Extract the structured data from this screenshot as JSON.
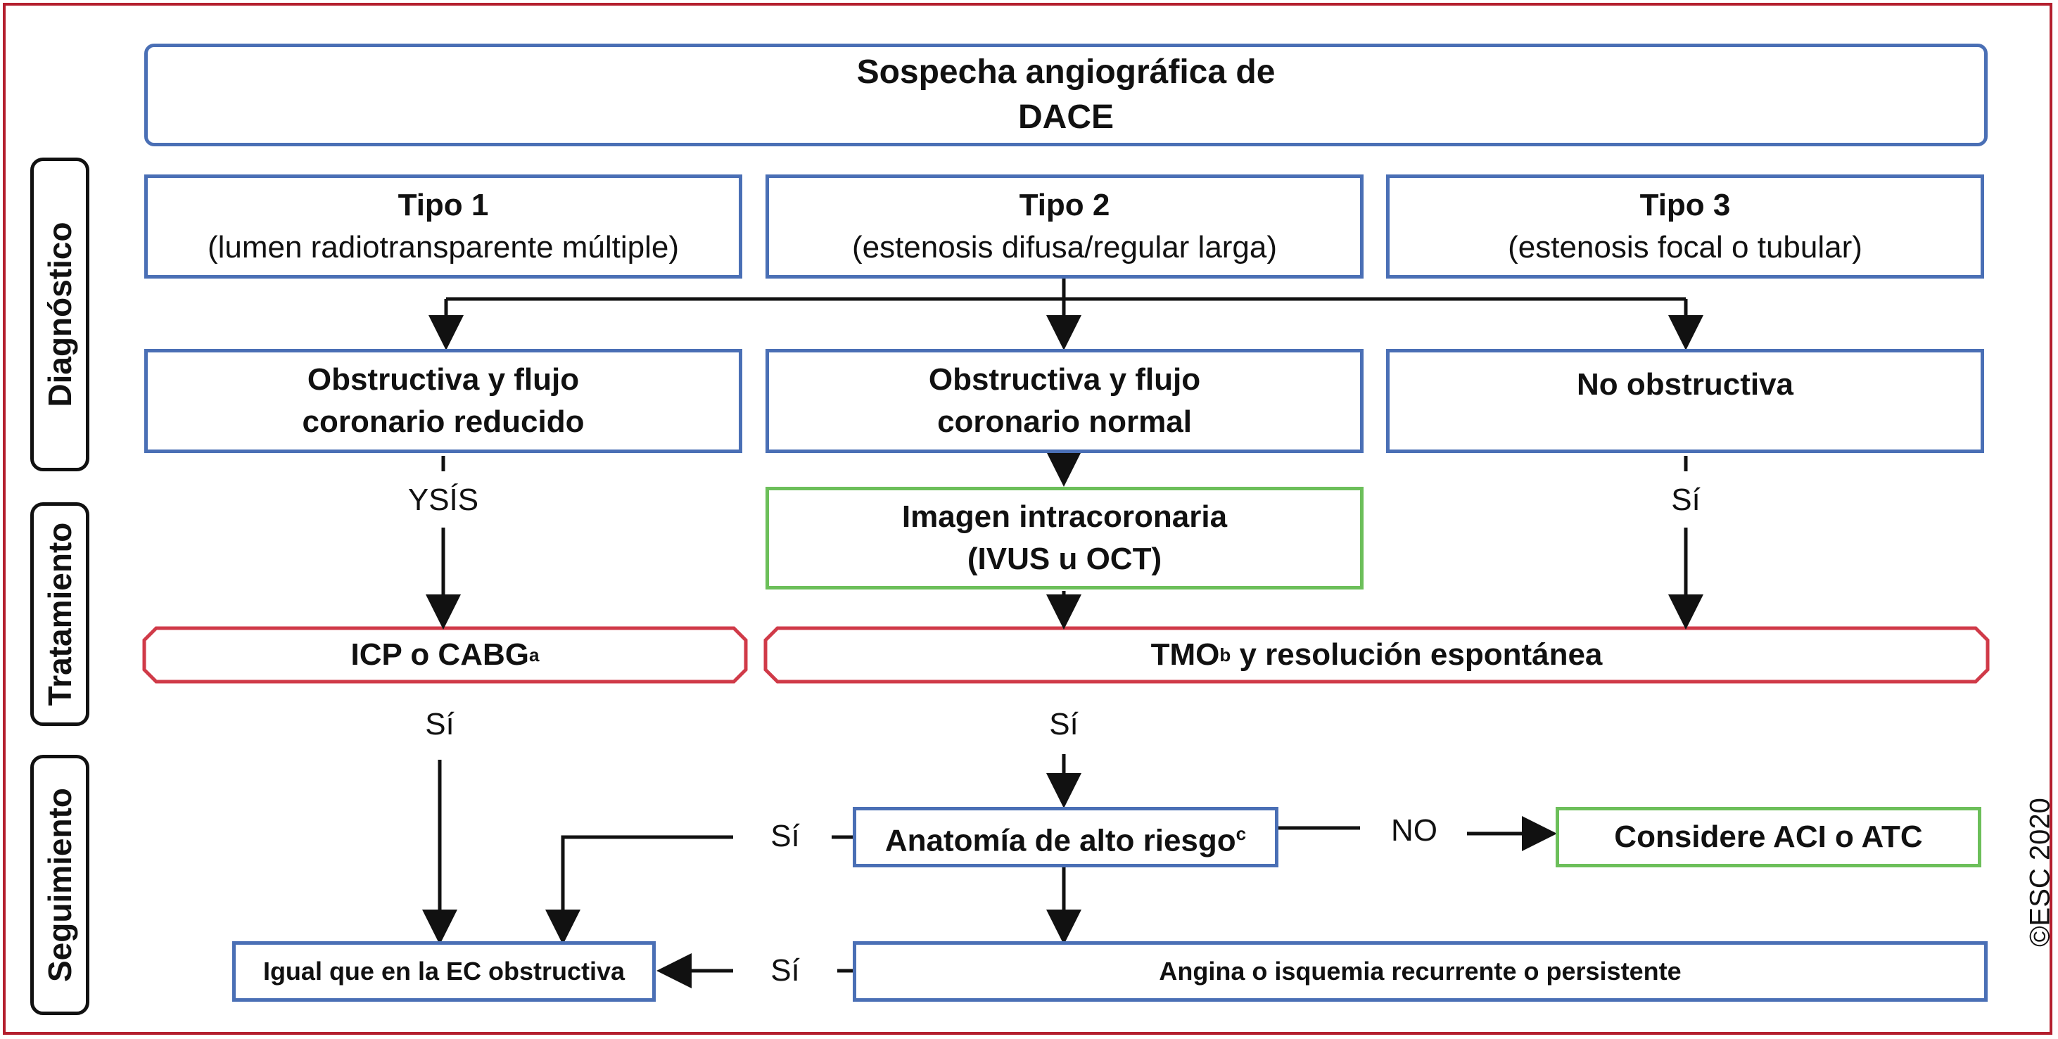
{
  "title": {
    "line1": "Sospecha angiográfica de",
    "line2": "DACE"
  },
  "phases": {
    "diagnosis": "Diagnóstico",
    "treatment": "Tratamiento",
    "followup": "Seguimiento"
  },
  "types": [
    {
      "name": "Tipo 1",
      "desc": "(lumen radiotransparente múltiple)"
    },
    {
      "name": "Tipo 2",
      "desc": "(estenosis difusa/regular larga)"
    },
    {
      "name": "Tipo 3",
      "desc": "(estenosis focal o tubular)"
    }
  ],
  "flow": [
    {
      "line1": "Obstructiva y flujo",
      "line2": "coronario reducido"
    },
    {
      "line1": "Obstructiva y flujo",
      "line2": "coronario normal"
    },
    {
      "line1": "No obstructiva",
      "line2": ""
    }
  ],
  "imaging": {
    "line1": "Imagen intracoronaria",
    "line2": "(IVUS u OCT)"
  },
  "treatment": {
    "pci_prefix": "ICP o CABG",
    "pci_sup": "a",
    "omt_prefix": "TMO",
    "omt_sup": "b",
    "omt_suffix": " y resolución espontánea"
  },
  "labels": {
    "yes_overlap": "YSÍS",
    "yes": "Sí",
    "no": "NO"
  },
  "highrisk": {
    "prefix": "Anatomía de alto riesgo",
    "sup": "c"
  },
  "consider": "Considere ACI o ATC",
  "same_as": "Igual que en la EC obstructiva",
  "angina": "Angina o isquemia recurrente o persistente",
  "copyright": "©ESC 2020",
  "colors": {
    "frame": "#b41f2e",
    "blue": "#4a6fb5",
    "green": "#6cbf5a",
    "red": "#d03a48"
  }
}
